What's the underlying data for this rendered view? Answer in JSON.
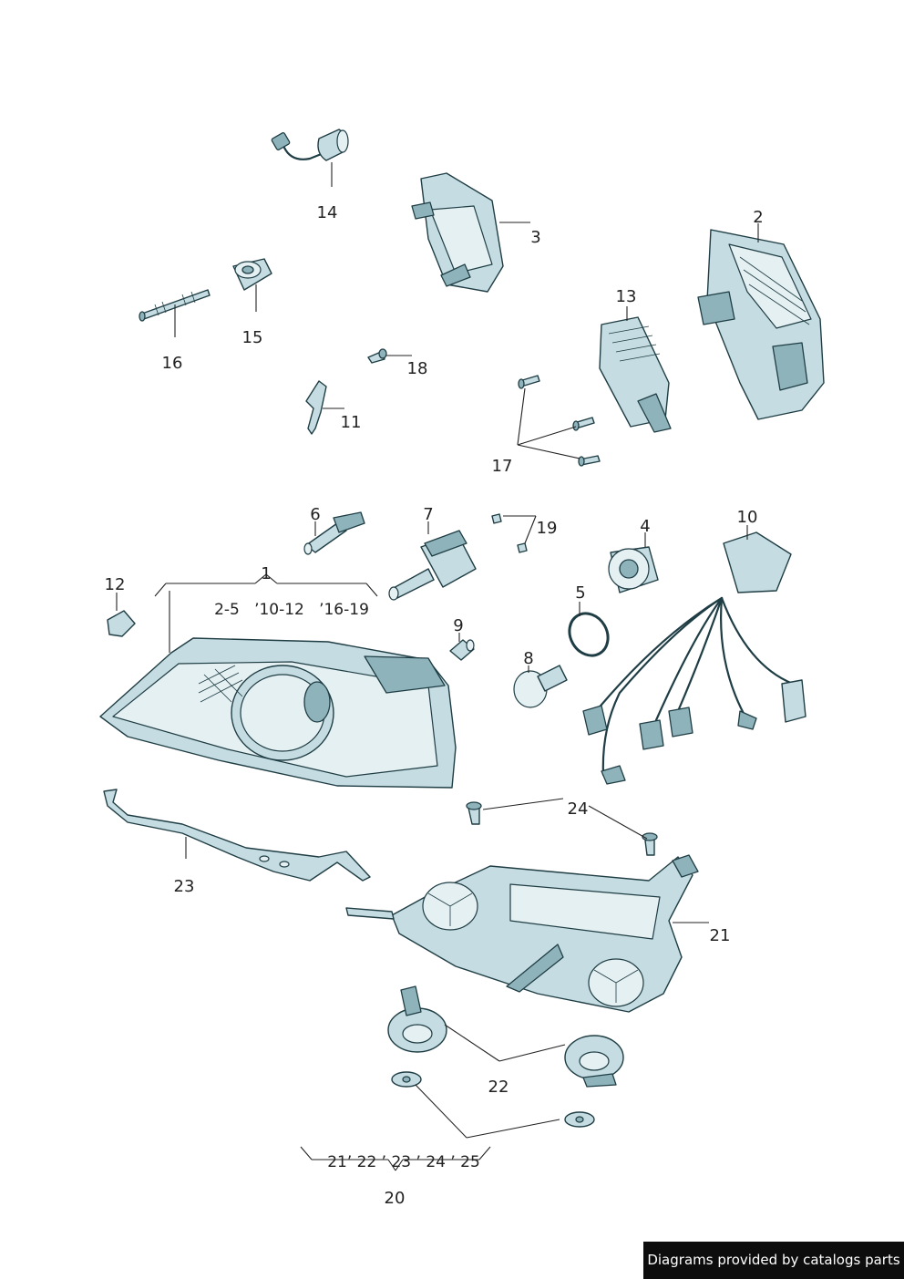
{
  "callouts": {
    "c1": "1",
    "c2": "2",
    "c3": "3",
    "c4": "4",
    "c5": "5",
    "c6": "6",
    "c7": "7",
    "c8": "8",
    "c9": "9",
    "c10": "10",
    "c11": "11",
    "c12": "12",
    "c13": "13",
    "c14": "14",
    "c15": "15",
    "c16": "16",
    "c17": "17",
    "c18": "18",
    "c19": "19",
    "c20": "20",
    "c21": "21",
    "c22": "22",
    "c23": "23",
    "c24": "24"
  },
  "groups": {
    "assembly_1_range": "2-5   ’10-12   ’16-19",
    "assembly_20_range": "21’ 22 ’ 23 ’ 24 ’ 25"
  },
  "footer": {
    "credit": "Diagrams provided by catalogs parts"
  },
  "colors": {
    "part_fill": "#c5dde2",
    "part_outline": "#1f3d44",
    "footer_bg": "#0d0d0d"
  }
}
